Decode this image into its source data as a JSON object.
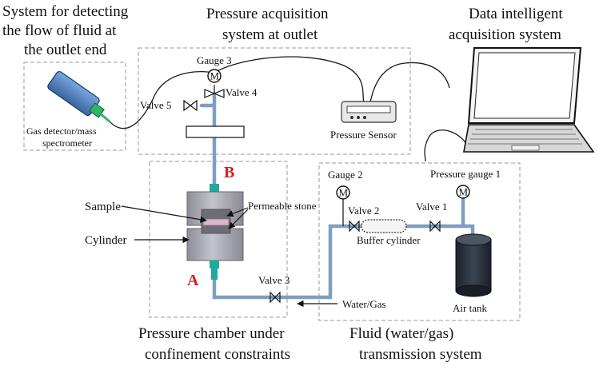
{
  "labels": {
    "outlet_flow": [
      "System for detecting",
      "the flow of fluid at",
      "the outlet end"
    ],
    "pressure_acq": [
      "Pressure acquisition",
      "system at outlet"
    ],
    "data_acq": [
      "Data intelligent",
      "acquisition system"
    ],
    "gauge3": "Gauge 3",
    "valve4": "Valve 4",
    "valve5": "Valve 5",
    "gas_detector": [
      "Gas detector/mass",
      "spectrometer"
    ],
    "pressure_sensor": "Pressure Sensor",
    "point_b": "B",
    "point_a": "A",
    "sample": "Sample",
    "cylinder": "Cylinder",
    "permeable_stone": "Permeable stone",
    "gauge2": "Gauge 2",
    "pressure_gauge1": "Pressure gauge 1",
    "valve2": "Valve 2",
    "valve1": "Valve 1",
    "buffer_cylinder": "Buffer cylinder",
    "valve3": "Valve 3",
    "water_gas": "Water/Gas",
    "air_tank": "Air tank",
    "pressure_chamber": [
      "Pressure chamber under",
      "confinement constraints"
    ],
    "fluid_transmission": [
      "Fluid  (water/gas)",
      "transmission system"
    ]
  },
  "gauge_symbol": "M",
  "colors": {
    "pipe": "#7e9fc0",
    "red_label": "#d21f1f",
    "cyan_fitting": "#1faaa0",
    "chamber": "#a8a8b0",
    "tank": "#2c3440",
    "detector": "#4f7fbf"
  }
}
